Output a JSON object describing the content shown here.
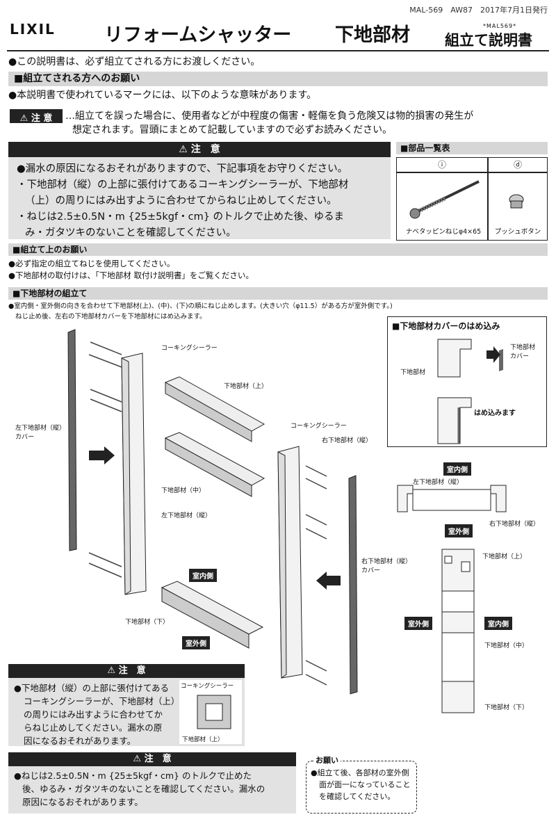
{
  "header": {
    "meta": "MAL-569　AW87　2017年7月1日発行",
    "logo": "LIXIL",
    "title": "リフォームシャッター",
    "title2": "下地部材",
    "subtitle": "組立て説明書",
    "subcode": "*MAL569*"
  },
  "intro": {
    "notice": "●この説明書は、必ず組立てされる方にお渡しください。",
    "request_bar": "■組立てされる方へのお願い",
    "marks": "●本説明書で使われているマークには、以下のような意味があります。",
    "caution_badge": "⚠ 注 意",
    "caution_line1": "…組立てを誤った場合に、使用者などが中程度の傷害・軽傷を負う危険又は物的損害の発生が",
    "caution_line2": "想定されます。冒頭にまとめて記載していますので必ずお読みください。"
  },
  "caution_main": {
    "head": "⚠ 注　意",
    "line1": "●漏水の原因になるおそれがありますので、下記事項をお守りください。",
    "line2": "・下地部材（縦）の上部に張付けてあるコーキングシーラーが、下地部材",
    "line3": "（上）の周りにはみ出すように合わせてからねじ止めしてください。",
    "line4": "・ねじは2.5±0.5N・m {25±5kgf・cm} のトルクで止めた後、ゆるま",
    "line5": "み・ガタツキのないことを確認してください。"
  },
  "parts": {
    "bar": "■部品一覧表",
    "col1_head": "ⓘ",
    "col2_head": "ⓓ",
    "col1_name": "ナベタッピンねじφ4×65",
    "col2_name": "プッシュボタン"
  },
  "assembly_notes": {
    "bar": "■組立て上のお願い",
    "line1": "●必ず指定の組立てねじを使用してください。",
    "line2": "●下地部材の取付けは、「下地部材 取付け説明書」をご覧ください。"
  },
  "assembly": {
    "bar": "■下地部材の組立て",
    "line1": "●室内側・室外側の向きを合わせて下地部材(上)、(中)、(下)の順にねじ止めします。(大きい穴（φ11.5）がある方が室外側です。)",
    "line2": "ねじ止め後、左右の下地部材カバーを下地部材にはめ込みます。"
  },
  "diagram_labels": {
    "left_cover": "左下地部材（縦）\nカバー",
    "caulk1": "コーキングシーラー",
    "upper": "下地部材（上）",
    "middle": "下地部材（中）",
    "left_vert": "左下地部材（縦）",
    "caulk2": "コーキングシーラー",
    "right_vert": "右下地部材（縦）",
    "right_cover": "右下地部材（縦）\nカバー",
    "lower": "下地部材（下）",
    "indoor": "室内側",
    "outdoor": "室外側"
  },
  "cover_panel": {
    "title": "■下地部材カバーのはめ込み",
    "cover": "下地部材\nカバー",
    "base": "下地部材",
    "fit": "はめ込みます"
  },
  "section_top": {
    "indoor": "室内側",
    "left": "左下地部材（縦）",
    "right": "右下地部材（縦）",
    "outdoor": "室外側"
  },
  "section_side": {
    "upper": "下地部材（上）",
    "outdoor": "室外側",
    "indoor": "室内側",
    "middle": "下地部材（中）",
    "lower": "下地部材（下）"
  },
  "caution2": {
    "head": "⚠ 注　意",
    "line1": "●下地部材（縦）の上部に張付けてある",
    "line2": "コーキングシーラーが、下地部材（上）",
    "line3": "の周りにはみ出すように合わせてか",
    "line4": "らねじ止めしてください。漏水の原",
    "line5": "因になるおそれがあります。",
    "fig_caulk": "コーキングシーラー",
    "fig_upper": "下地部材（上）"
  },
  "caution3": {
    "head": "⚠ 注　意",
    "line1": "●ねじは2.5±0.5N・m {25±5kgf・cm} のトルクで止めた",
    "line2": "後、ゆるみ・ガタツキのないことを確認してください。漏水の",
    "line3": "原因になるおそれがあります。"
  },
  "request": {
    "head": "お願い",
    "line1": "●組立て後、各部材の室外側",
    "line2": "面が面一になっていること",
    "line3": "を確認してください。"
  }
}
